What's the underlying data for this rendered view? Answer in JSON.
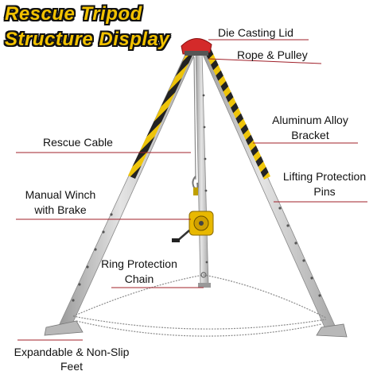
{
  "title": {
    "line1": "Rescue Tripod",
    "line2": "Structure Display"
  },
  "labels": {
    "die_casting_lid": "Die Casting Lid",
    "rope_pulley": "Rope & Pulley",
    "aluminum_bracket_1": "Aluminum Alloy",
    "aluminum_bracket_2": "Bracket",
    "rescue_cable": "Rescue Cable",
    "lifting_pins_1": "Lifting Protection",
    "lifting_pins_2": "Pins",
    "manual_winch_1": "Manual Winch",
    "manual_winch_2": "with Brake",
    "ring_chain_1": "Ring Protection",
    "ring_chain_2": "Chain",
    "feet_1": "Expandable & Non-Slip",
    "feet_2": "Feet"
  },
  "colors": {
    "title_yellow": "#f2c200",
    "leader_red": "#a0202a",
    "lid_red": "#d42a2a",
    "stripe_yellow": "#f0c400",
    "stripe_black": "#1a1a1a",
    "leg_gray": "#c8c8c8",
    "winch_yellow": "#e8b800",
    "chain_gray": "#8a8a8a"
  }
}
